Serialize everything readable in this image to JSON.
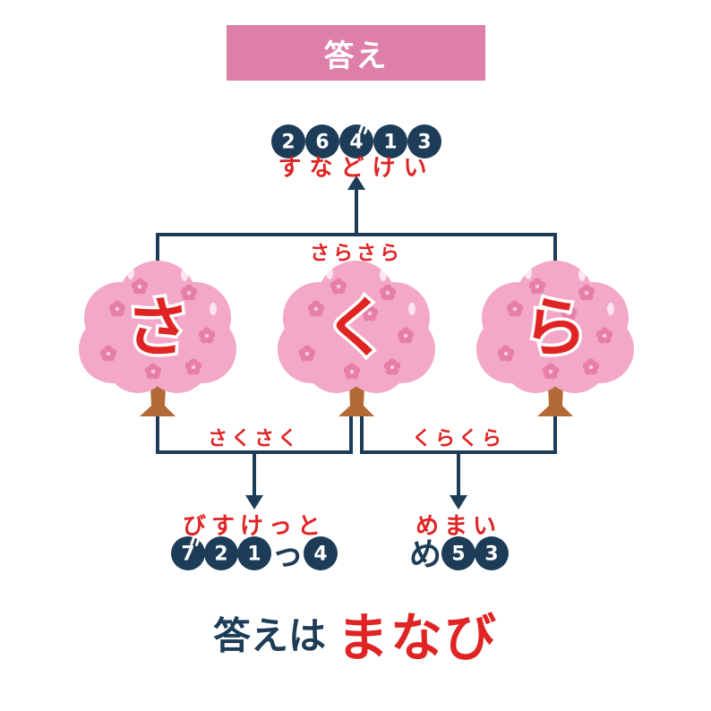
{
  "header": {
    "title": "答え"
  },
  "top": {
    "numbers": [
      "2",
      "6",
      "4",
      "1",
      "3"
    ],
    "dakuten_index": 2,
    "reading": "すなどけい"
  },
  "connectors": {
    "top_label": "さらさら",
    "left_label": "さくさく",
    "right_label": "くらくら"
  },
  "trees": [
    {
      "char": "さ"
    },
    {
      "char": "く"
    },
    {
      "char": "ら"
    }
  ],
  "bottom_left": {
    "reading": "びすけっと",
    "tokens": [
      {
        "type": "circle",
        "text": "7",
        "dakuten": true
      },
      {
        "type": "circle",
        "text": "2"
      },
      {
        "type": "circle",
        "text": "1"
      },
      {
        "type": "text",
        "text": "っ"
      },
      {
        "type": "circle",
        "text": "4"
      }
    ]
  },
  "bottom_right": {
    "reading": "めまい",
    "tokens": [
      {
        "type": "text",
        "text": "め"
      },
      {
        "type": "circle",
        "text": "5"
      },
      {
        "type": "circle",
        "text": "3"
      }
    ]
  },
  "answer": {
    "prefix": "答えは",
    "word": "まなび"
  },
  "colors": {
    "navy": "#1d3c58",
    "red": "#e02424",
    "header_pink": "#dd7fa9",
    "blossom": "#f2a8c6",
    "blossom_dark": "#e67ea8",
    "trunk": "#b46a36"
  }
}
